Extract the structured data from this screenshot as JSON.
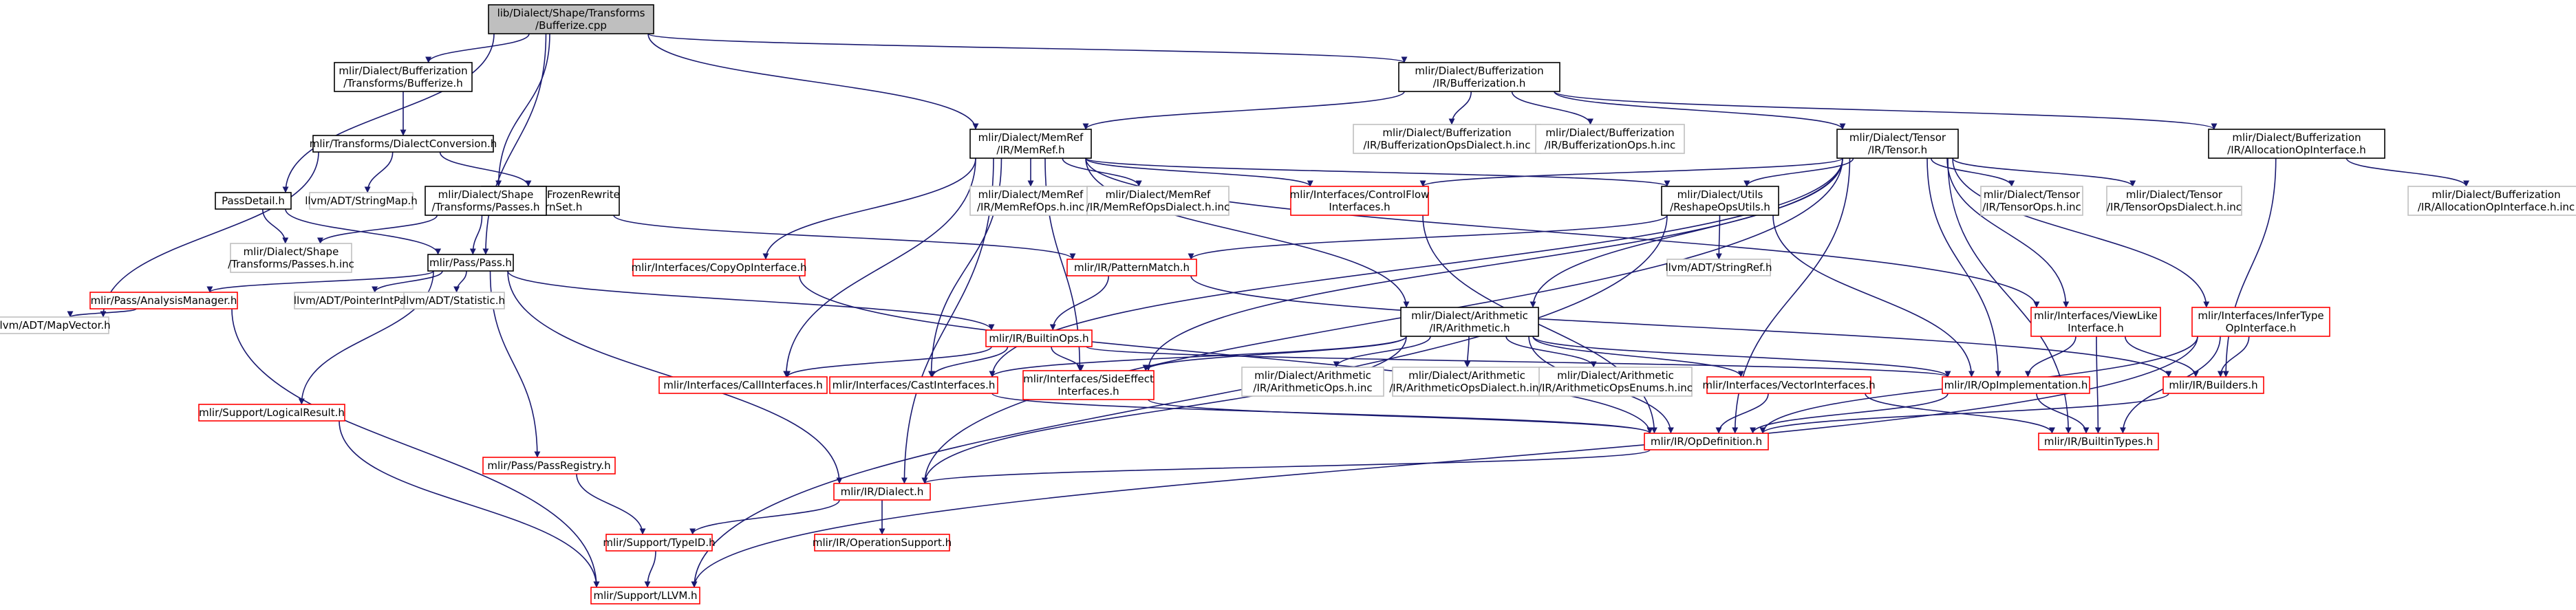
{
  "colors": {
    "root_fill": "#bfbfbf",
    "linked_border": "#000000",
    "truncated_border": "#ff0000",
    "external_border": "#bfbfbf",
    "edge": "#191970",
    "text": "#000000"
  },
  "nodes": [
    {
      "id": "root",
      "lines": [
        "lib/Dialect/Shape/Transforms",
        "/Bufferize.cpp"
      ],
      "kind": "root"
    },
    {
      "id": "bufxform",
      "lines": [
        "mlir/Dialect/Bufferization",
        "/Transforms/Bufferize.h"
      ],
      "kind": "linked"
    },
    {
      "id": "dialconv",
      "lines": [
        "mlir/Transforms/DialectConversion.h"
      ],
      "kind": "linked"
    },
    {
      "id": "stringmap",
      "lines": [
        "llvm/ADT/StringMap.h"
      ],
      "kind": "external"
    },
    {
      "id": "frozen",
      "lines": [
        "mlir/Rewrite/FrozenRewrite",
        "PatternSet.h"
      ],
      "kind": "linked"
    },
    {
      "id": "passdetail",
      "lines": [
        "PassDetail.h"
      ],
      "kind": "linked"
    },
    {
      "id": "shapepasses",
      "lines": [
        "mlir/Dialect/Shape",
        "/Transforms/Passes.h"
      ],
      "kind": "linked"
    },
    {
      "id": "passesinc",
      "lines": [
        "mlir/Dialect/Shape",
        "/Transforms/Passes.h.inc"
      ],
      "kind": "external"
    },
    {
      "id": "passpass",
      "lines": [
        "mlir/Pass/Pass.h"
      ],
      "kind": "linked"
    },
    {
      "id": "analysismgr",
      "lines": [
        "mlir/Pass/AnalysisManager.h"
      ],
      "kind": "truncated"
    },
    {
      "id": "mapvector",
      "lines": [
        "llvm/ADT/MapVector.h"
      ],
      "kind": "external"
    },
    {
      "id": "ptrintpair",
      "lines": [
        "llvm/ADT/PointerIntPair.h"
      ],
      "kind": "external"
    },
    {
      "id": "statistic",
      "lines": [
        "llvm/ADT/Statistic.h"
      ],
      "kind": "external"
    },
    {
      "id": "logicalresult",
      "lines": [
        "mlir/Support/LogicalResult.h"
      ],
      "kind": "truncated"
    },
    {
      "id": "passregistry",
      "lines": [
        "mlir/Pass/PassRegistry.h"
      ],
      "kind": "truncated"
    },
    {
      "id": "copyop",
      "lines": [
        "mlir/Interfaces/CopyOpInterface.h"
      ],
      "kind": "truncated"
    },
    {
      "id": "memref",
      "lines": [
        "mlir/Dialect/MemRef",
        "/IR/MemRef.h"
      ],
      "kind": "linked"
    },
    {
      "id": "memrefops",
      "lines": [
        "mlir/Dialect/MemRef",
        "/IR/MemRefOps.h.inc"
      ],
      "kind": "external"
    },
    {
      "id": "memrefdialect",
      "lines": [
        "mlir/Dialect/MemRef",
        "/IR/MemRefOpsDialect.h.inc"
      ],
      "kind": "external"
    },
    {
      "id": "controlflow",
      "lines": [
        "mlir/Interfaces/ControlFlow",
        "Interfaces.h"
      ],
      "kind": "truncated"
    },
    {
      "id": "reshape",
      "lines": [
        "mlir/Dialect/Utils",
        "/ReshapeOpsUtils.h"
      ],
      "kind": "linked"
    },
    {
      "id": "stringref",
      "lines": [
        "llvm/ADT/StringRef.h"
      ],
      "kind": "external"
    },
    {
      "id": "patternmatch",
      "lines": [
        "mlir/IR/PatternMatch.h"
      ],
      "kind": "truncated"
    },
    {
      "id": "builtinops",
      "lines": [
        "mlir/IR/BuiltinOps.h"
      ],
      "kind": "truncated"
    },
    {
      "id": "callif",
      "lines": [
        "mlir/Interfaces/CallInterfaces.h"
      ],
      "kind": "truncated"
    },
    {
      "id": "castif",
      "lines": [
        "mlir/Interfaces/CastInterfaces.h"
      ],
      "kind": "truncated"
    },
    {
      "id": "sideeffect",
      "lines": [
        "mlir/Interfaces/SideEffect",
        "Interfaces.h"
      ],
      "kind": "truncated"
    },
    {
      "id": "bufferization",
      "lines": [
        "mlir/Dialect/Bufferization",
        "/IR/Bufferization.h"
      ],
      "kind": "linked"
    },
    {
      "id": "bufopsdialect",
      "lines": [
        "mlir/Dialect/Bufferization",
        "/IR/BufferizationOpsDialect.h.inc"
      ],
      "kind": "external"
    },
    {
      "id": "bufops",
      "lines": [
        "mlir/Dialect/Bufferization",
        "/IR/BufferizationOps.h.inc"
      ],
      "kind": "external"
    },
    {
      "id": "tensor",
      "lines": [
        "mlir/Dialect/Tensor",
        "/IR/Tensor.h"
      ],
      "kind": "linked"
    },
    {
      "id": "tensorops",
      "lines": [
        "mlir/Dialect/Tensor",
        "/IR/TensorOps.h.inc"
      ],
      "kind": "external"
    },
    {
      "id": "tensoropsdialect",
      "lines": [
        "mlir/Dialect/Tensor",
        "/IR/TensorOpsDialect.h.inc"
      ],
      "kind": "external"
    },
    {
      "id": "allocop",
      "lines": [
        "mlir/Dialect/Bufferization",
        "/IR/AllocationOpInterface.h"
      ],
      "kind": "linked"
    },
    {
      "id": "allocopinc",
      "lines": [
        "mlir/Dialect/Bufferization",
        "/IR/AllocationOpInterface.h.inc"
      ],
      "kind": "external"
    },
    {
      "id": "viewlike",
      "lines": [
        "mlir/Interfaces/ViewLike",
        "Interface.h"
      ],
      "kind": "truncated"
    },
    {
      "id": "infertype",
      "lines": [
        "mlir/Interfaces/InferType",
        "OpInterface.h"
      ],
      "kind": "truncated"
    },
    {
      "id": "arith",
      "lines": [
        "mlir/Dialect/Arithmetic",
        "/IR/Arithmetic.h"
      ],
      "kind": "linked"
    },
    {
      "id": "arithops",
      "lines": [
        "mlir/Dialect/Arithmetic",
        "/IR/ArithmeticOps.h.inc"
      ],
      "kind": "external"
    },
    {
      "id": "arithdialect",
      "lines": [
        "mlir/Dialect/Arithmetic",
        "/IR/ArithmeticOpsDialect.h.inc"
      ],
      "kind": "external"
    },
    {
      "id": "arithenums",
      "lines": [
        "mlir/Dialect/Arithmetic",
        "/IR/ArithmeticOpsEnums.h.inc"
      ],
      "kind": "external"
    },
    {
      "id": "vectorif",
      "lines": [
        "mlir/Interfaces/VectorInterfaces.h"
      ],
      "kind": "truncated"
    },
    {
      "id": "opimpl",
      "lines": [
        "mlir/IR/OpImplementation.h"
      ],
      "kind": "truncated"
    },
    {
      "id": "builders",
      "lines": [
        "mlir/IR/Builders.h"
      ],
      "kind": "truncated"
    },
    {
      "id": "opdef",
      "lines": [
        "mlir/IR/OpDefinition.h"
      ],
      "kind": "truncated"
    },
    {
      "id": "builtintypes",
      "lines": [
        "mlir/IR/BuiltinTypes.h"
      ],
      "kind": "truncated"
    },
    {
      "id": "irdialect",
      "lines": [
        "mlir/IR/Dialect.h"
      ],
      "kind": "truncated"
    },
    {
      "id": "typeid",
      "lines": [
        "mlir/Support/TypeID.h"
      ],
      "kind": "truncated"
    },
    {
      "id": "opsupport",
      "lines": [
        "mlir/IR/OperationSupport.h"
      ],
      "kind": "truncated"
    },
    {
      "id": "llvmh",
      "lines": [
        "mlir/Support/LLVM.h"
      ],
      "kind": "truncated"
    }
  ],
  "edges": [
    [
      "root",
      "bufxform"
    ],
    [
      "root",
      "shapepasses"
    ],
    [
      "root",
      "passdetail"
    ],
    [
      "root",
      "passpass"
    ],
    [
      "root",
      "memref"
    ],
    [
      "root",
      "bufferization"
    ],
    [
      "bufxform",
      "dialconv"
    ],
    [
      "dialconv",
      "stringmap"
    ],
    [
      "dialconv",
      "frozen"
    ],
    [
      "dialconv",
      "mapvector"
    ],
    [
      "frozen",
      "patternmatch"
    ],
    [
      "passdetail",
      "passesinc"
    ],
    [
      "passdetail",
      "passpass"
    ],
    [
      "shapepasses",
      "passesinc"
    ],
    [
      "shapepasses",
      "passpass"
    ],
    [
      "passpass",
      "analysismgr"
    ],
    [
      "passpass",
      "ptrintpair"
    ],
    [
      "passpass",
      "statistic"
    ],
    [
      "passpass",
      "logicalresult"
    ],
    [
      "passpass",
      "passregistry"
    ],
    [
      "passpass",
      "irdialect"
    ],
    [
      "passpass",
      "builtinops"
    ],
    [
      "analysismgr",
      "mapvector"
    ],
    [
      "analysismgr",
      "llvmh"
    ],
    [
      "logicalresult",
      "llvmh"
    ],
    [
      "passregistry",
      "typeid"
    ],
    [
      "copyop",
      "opdef"
    ],
    [
      "memref",
      "copyop"
    ],
    [
      "memref",
      "memrefops"
    ],
    [
      "memref",
      "memrefdialect"
    ],
    [
      "memref",
      "controlflow"
    ],
    [
      "memref",
      "reshape"
    ],
    [
      "memref",
      "viewlike"
    ],
    [
      "memref",
      "arith"
    ],
    [
      "memref",
      "callif"
    ],
    [
      "memref",
      "castif"
    ],
    [
      "memref",
      "sideeffect"
    ],
    [
      "memref",
      "irdialect"
    ],
    [
      "controlflow",
      "opdef"
    ],
    [
      "reshape",
      "stringref"
    ],
    [
      "reshape",
      "patternmatch"
    ],
    [
      "reshape",
      "opimpl"
    ],
    [
      "reshape",
      "llvmh"
    ],
    [
      "patternmatch",
      "builtinops"
    ],
    [
      "patternmatch",
      "builders"
    ],
    [
      "builtinops",
      "callif"
    ],
    [
      "builtinops",
      "castif"
    ],
    [
      "builtinops",
      "sideeffect"
    ],
    [
      "builtinops",
      "opimpl"
    ],
    [
      "castif",
      "opdef"
    ],
    [
      "sideeffect",
      "opdef"
    ],
    [
      "bufferization",
      "memref"
    ],
    [
      "bufferization",
      "bufopsdialect"
    ],
    [
      "bufferization",
      "bufops"
    ],
    [
      "bufferization",
      "tensor"
    ],
    [
      "bufferization",
      "allocop"
    ],
    [
      "tensor",
      "controlflow"
    ],
    [
      "tensor",
      "reshape"
    ],
    [
      "tensor",
      "tensorops"
    ],
    [
      "tensor",
      "tensoropsdialect"
    ],
    [
      "tensor",
      "viewlike"
    ],
    [
      "tensor",
      "infertype"
    ],
    [
      "tensor",
      "arith"
    ],
    [
      "tensor",
      "castif"
    ],
    [
      "tensor",
      "sideeffect"
    ],
    [
      "tensor",
      "opimpl"
    ],
    [
      "tensor",
      "opdef"
    ],
    [
      "tensor",
      "builtintypes"
    ],
    [
      "tensor",
      "irdialect"
    ],
    [
      "allocop",
      "allocopinc"
    ],
    [
      "allocop",
      "builders"
    ],
    [
      "viewlike",
      "opimpl"
    ],
    [
      "viewlike",
      "builders"
    ],
    [
      "viewlike",
      "builtintypes"
    ],
    [
      "infertype",
      "builders"
    ],
    [
      "infertype",
      "opdef"
    ],
    [
      "infertype",
      "builtintypes"
    ],
    [
      "infertype",
      "llvmh"
    ],
    [
      "arith",
      "arithops"
    ],
    [
      "arith",
      "arithdialect"
    ],
    [
      "arith",
      "arithenums"
    ],
    [
      "arith",
      "castif"
    ],
    [
      "arith",
      "sideeffect"
    ],
    [
      "arith",
      "vectorif"
    ],
    [
      "arith",
      "opimpl"
    ],
    [
      "arith",
      "opdef"
    ],
    [
      "arith",
      "irdialect"
    ],
    [
      "vectorif",
      "opdef"
    ],
    [
      "vectorif",
      "builtintypes"
    ],
    [
      "opimpl",
      "opdef"
    ],
    [
      "opimpl",
      "builtintypes"
    ],
    [
      "builders",
      "opdef"
    ],
    [
      "opdef",
      "irdialect"
    ],
    [
      "irdialect",
      "typeid"
    ],
    [
      "irdialect",
      "opsupport"
    ],
    [
      "typeid",
      "llvmh"
    ]
  ]
}
